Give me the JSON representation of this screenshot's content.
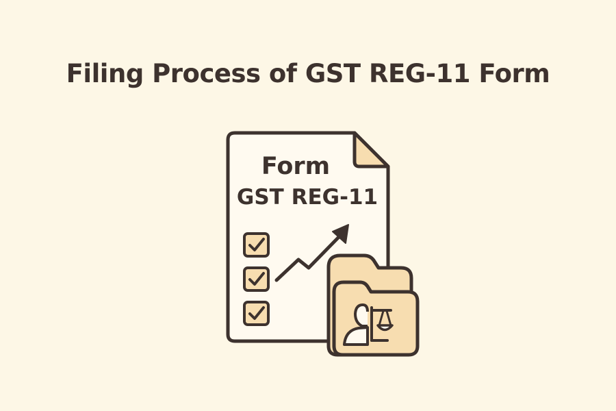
{
  "title": "Filing Process of GST REG-11 Form",
  "document": {
    "line1": "Form",
    "line2": "GST REG-11"
  },
  "checklist": {
    "items": [
      {
        "checked": true
      },
      {
        "checked": true
      },
      {
        "checked": true
      }
    ]
  },
  "icons": {
    "document": "document-icon",
    "checkbox": "checkbox-checked-icon",
    "trend": "trend-up-arrow-icon",
    "folder": "folder-icon",
    "person": "person-icon",
    "scales": "scales-of-justice-icon"
  },
  "colors": {
    "background": "#fdf7e6",
    "ink": "#3d322e",
    "paper": "#fffaf0",
    "accent": "#f7ddb0"
  }
}
